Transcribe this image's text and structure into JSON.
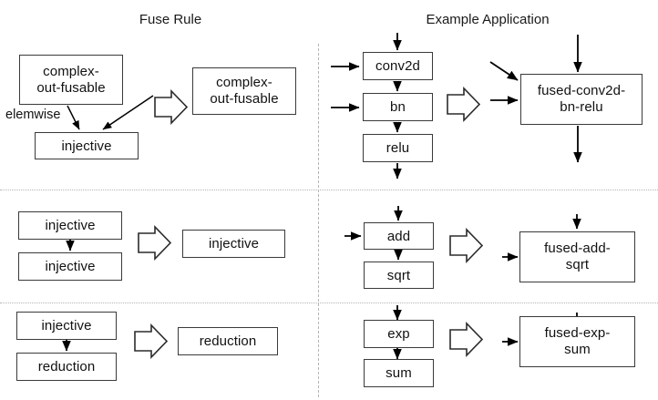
{
  "headers": {
    "left": "Fuse Rule",
    "right": "Example Application"
  },
  "labels": {
    "elemwise": "elemwise"
  },
  "icons": {
    "fat_arrow": "fat-right-arrow-icon",
    "thin_arrow": "thin-arrow-icon",
    "vertical_divider": "vertical-dashed-divider",
    "horizontal_divider": "horizontal-dotted-divider"
  },
  "colors": {
    "box_border": "#3a3a3a",
    "text": "#111111",
    "divider": "#b4b4b4",
    "arrow": "#000000",
    "background": "#ffffff"
  },
  "rows": [
    {
      "id": "row-complex-out-fusable",
      "rule": {
        "inputs": [
          {
            "id": "rule1-node-complex",
            "text": "complex-\nout-fusable"
          },
          {
            "id": "rule1-node-injective",
            "text": "injective"
          }
        ],
        "edge_label": "elemwise",
        "result": {
          "id": "rule1-result",
          "text": "complex-\nout-fusable"
        }
      },
      "example": {
        "inputs": [
          {
            "id": "ex1-node-conv2d",
            "text": "conv2d"
          },
          {
            "id": "ex1-node-bn",
            "text": "bn"
          },
          {
            "id": "ex1-node-relu",
            "text": "relu"
          }
        ],
        "result": {
          "id": "ex1-result",
          "text": "fused-conv2d-\nbn-relu"
        }
      }
    },
    {
      "id": "row-injective-injective",
      "rule": {
        "inputs": [
          {
            "id": "rule2-node-injective-1",
            "text": "injective"
          },
          {
            "id": "rule2-node-injective-2",
            "text": "injective"
          }
        ],
        "edge_label": "",
        "result": {
          "id": "rule2-result",
          "text": "injective"
        }
      },
      "example": {
        "inputs": [
          {
            "id": "ex2-node-add",
            "text": "add"
          },
          {
            "id": "ex2-node-sqrt",
            "text": "sqrt"
          }
        ],
        "result": {
          "id": "ex2-result",
          "text": "fused-add-\nsqrt"
        }
      }
    },
    {
      "id": "row-injective-reduction",
      "rule": {
        "inputs": [
          {
            "id": "rule3-node-injective",
            "text": "injective"
          },
          {
            "id": "rule3-node-reduction",
            "text": "reduction"
          }
        ],
        "edge_label": "",
        "result": {
          "id": "rule3-result",
          "text": "reduction"
        }
      },
      "example": {
        "inputs": [
          {
            "id": "ex3-node-exp",
            "text": "exp"
          },
          {
            "id": "ex3-node-sum",
            "text": "sum"
          }
        ],
        "result": {
          "id": "ex3-result",
          "text": "fused-exp-\nsum"
        }
      }
    }
  ]
}
